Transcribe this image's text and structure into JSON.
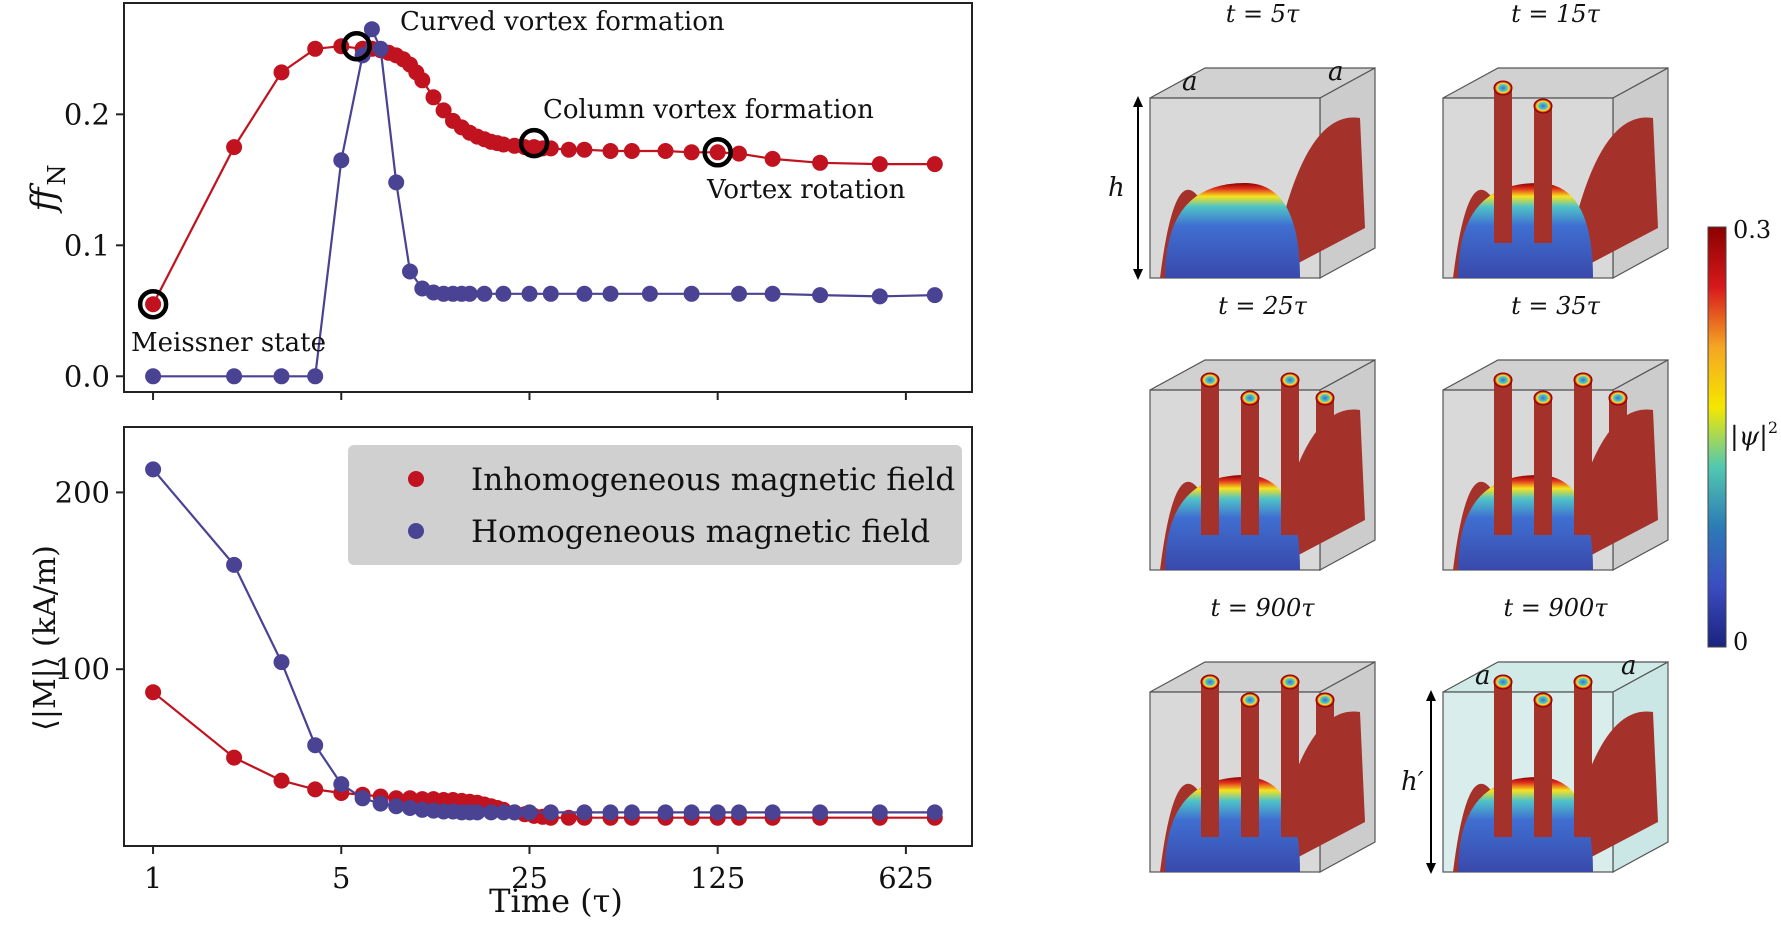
{
  "colors": {
    "inhomogeneous": "#c1121f",
    "homogeneous": "#4a4393",
    "legend_bg": "#d0d0d0",
    "box_face": "#c9c9c9",
    "box_face_last": "#c8e6e4",
    "tube": "#a4322a"
  },
  "chart_data": [
    {
      "type": "line",
      "panel": "top",
      "xscale": "log5",
      "xticks": [
        1,
        5,
        25,
        125,
        625
      ],
      "ylabel": "ff",
      "ylabel_sub": "N",
      "yticks": [
        "0.0",
        "0.1",
        "0.2"
      ],
      "yticks_values": [
        0.0,
        0.1,
        0.2
      ],
      "ylim": [
        -0.012,
        0.285
      ],
      "xlim": [
        0.78,
        1100
      ],
      "series": [
        {
          "key": "inhomogeneous",
          "x": [
            1,
            2,
            3,
            4,
            5,
            6,
            6.5,
            7,
            7.5,
            8,
            8.5,
            9,
            9.5,
            10,
            11,
            12,
            13,
            14,
            15,
            16,
            17,
            18,
            19,
            20,
            22,
            24,
            26,
            28,
            30,
            35,
            40,
            50,
            60,
            80,
            100,
            125,
            150,
            200,
            300,
            500,
            800
          ],
          "y": [
            0.055,
            0.175,
            0.232,
            0.25,
            0.252,
            0.25,
            0.25,
            0.249,
            0.247,
            0.245,
            0.242,
            0.238,
            0.232,
            0.226,
            0.213,
            0.203,
            0.195,
            0.19,
            0.186,
            0.183,
            0.181,
            0.179,
            0.178,
            0.177,
            0.176,
            0.175,
            0.175,
            0.174,
            0.174,
            0.173,
            0.173,
            0.172,
            0.172,
            0.172,
            0.171,
            0.171,
            0.17,
            0.166,
            0.163,
            0.162,
            0.162
          ]
        },
        {
          "key": "homogeneous",
          "x": [
            1,
            2,
            3,
            4,
            5,
            6,
            6.5,
            7,
            8,
            9,
            10,
            11,
            12,
            13,
            14,
            15,
            17,
            20,
            25,
            30,
            40,
            50,
            70,
            100,
            150,
            200,
            300,
            500,
            800
          ],
          "y": [
            0.0,
            0.0,
            0.0,
            0.0,
            0.165,
            0.245,
            0.265,
            0.25,
            0.148,
            0.08,
            0.067,
            0.064,
            0.063,
            0.063,
            0.063,
            0.063,
            0.063,
            0.063,
            0.063,
            0.063,
            0.063,
            0.063,
            0.063,
            0.063,
            0.063,
            0.063,
            0.062,
            0.061,
            0.062
          ]
        }
      ],
      "markers": [
        {
          "x": 1,
          "y": 0.055,
          "label": "Meissner state",
          "anchor": "bottom"
        },
        {
          "x": 5.7,
          "y": 0.252,
          "label": "Curved vortex formation",
          "anchor": "top-right"
        },
        {
          "x": 26,
          "y": 0.178,
          "label": "Column vortex formation",
          "anchor": "top-right"
        },
        {
          "x": 125,
          "y": 0.171,
          "label": "Vortex rotation",
          "anchor": "bottom"
        }
      ]
    },
    {
      "type": "line",
      "panel": "bottom",
      "xscale": "log5",
      "xticks": [
        1,
        5,
        25,
        125,
        625
      ],
      "xticklabels": [
        "1",
        "5",
        "25",
        "125",
        "625"
      ],
      "xlabel": "Time (τ)",
      "ylabel": "⟨|M|⟩ (kA/m)",
      "yticks": [
        "100",
        "200"
      ],
      "yticks_values": [
        100,
        200
      ],
      "ylim": [
        0,
        237
      ],
      "xlim": [
        0.78,
        1100
      ],
      "legend": {
        "placement": "upper-right",
        "entries": [
          {
            "key": "inhomogeneous",
            "label": "Inhomogeneous magnetic field"
          },
          {
            "key": "homogeneous",
            "label": "Homogeneous magnetic field"
          }
        ]
      },
      "series": [
        {
          "key": "inhomogeneous",
          "x": [
            1,
            2,
            3,
            4,
            5,
            6,
            7,
            8,
            9,
            10,
            11,
            12,
            13,
            14,
            15,
            16,
            17,
            18,
            19,
            20,
            22,
            24,
            26,
            28,
            30,
            35,
            40,
            50,
            60,
            80,
            100,
            125,
            150,
            200,
            300,
            500,
            800
          ],
          "y": [
            87,
            50,
            37,
            32,
            30,
            29,
            28,
            27,
            27,
            26.5,
            26.5,
            26,
            26,
            25.5,
            25,
            24.5,
            23.5,
            22.5,
            21.5,
            20.5,
            19,
            18,
            17,
            16.5,
            16,
            16,
            16,
            16,
            16,
            16,
            16,
            16,
            16,
            16,
            16,
            16,
            16
          ]
        },
        {
          "key": "homogeneous",
          "x": [
            1,
            2,
            3,
            4,
            5,
            6,
            7,
            8,
            9,
            10,
            11,
            12,
            13,
            14,
            15,
            16,
            18,
            20,
            22,
            25,
            30,
            40,
            50,
            60,
            80,
            100,
            125,
            150,
            200,
            300,
            500,
            800
          ],
          "y": [
            213,
            159,
            104,
            57,
            35,
            27,
            24,
            22.5,
            21.5,
            20.5,
            20,
            19.5,
            19.5,
            19,
            19,
            19,
            19,
            19,
            19,
            19,
            19,
            19,
            19,
            19,
            19,
            19,
            19,
            19,
            19,
            19,
            19,
            19
          ]
        }
      ]
    }
  ],
  "snapshots": {
    "panels": [
      {
        "title": "t = 5τ",
        "vortices": 0,
        "labels": {
          "a_left": "a",
          "a_right": "a",
          "h": "h"
        }
      },
      {
        "title": "t = 15τ",
        "vortices": 2
      },
      {
        "title": "t = 25τ",
        "vortices": 4
      },
      {
        "title": "t = 35τ",
        "vortices": 4
      },
      {
        "title": "t = 900τ",
        "vortices": 4
      },
      {
        "title": "t = 900τ",
        "vortices": 3,
        "labels": {
          "a_left": "a",
          "a_right": "a",
          "h": "h′"
        }
      }
    ],
    "colorbar": {
      "max_label": "0.3",
      "min_label": "0",
      "label": "|ψ|",
      "superscript": "2",
      "stops": [
        "#8b0000",
        "#d7191c",
        "#f5a623",
        "#f5e700",
        "#52c8b0",
        "#2c7bb6",
        "#3b4cc0",
        "#1a237e"
      ]
    }
  }
}
